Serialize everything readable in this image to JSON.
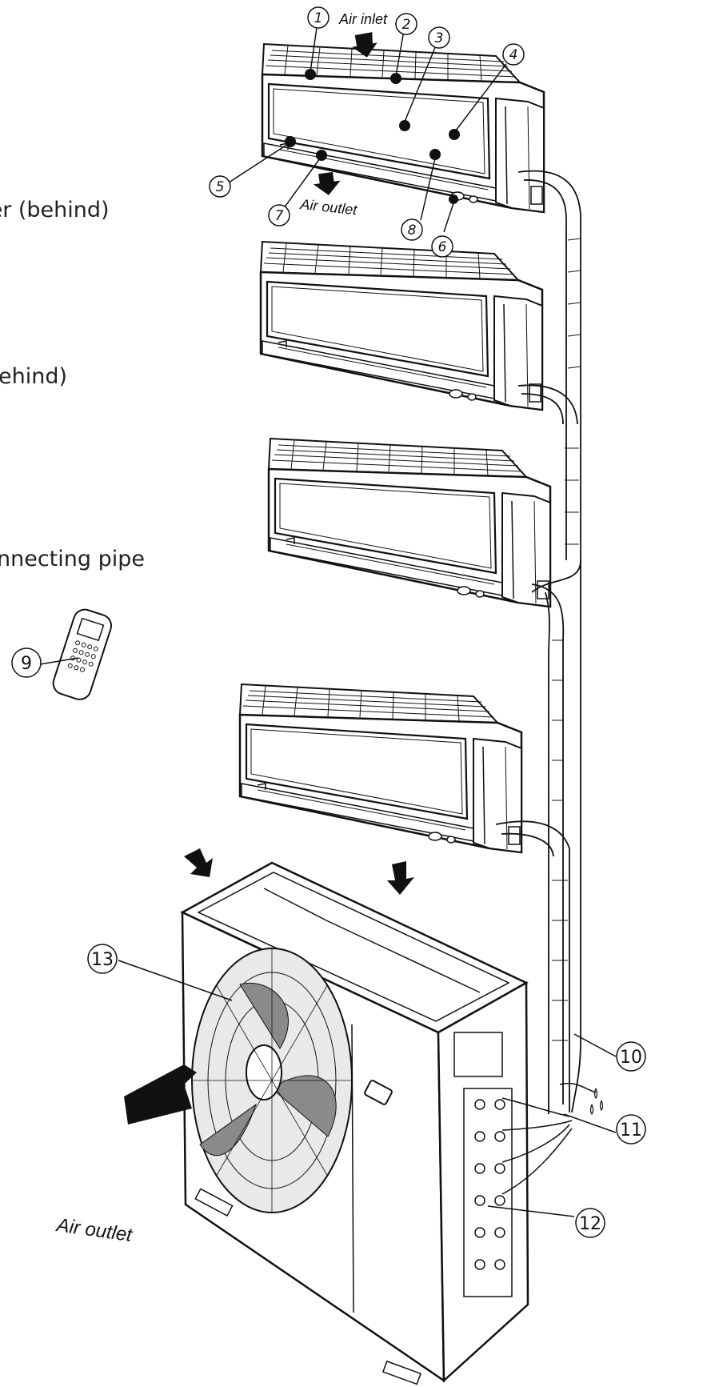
{
  "side_labels": {
    "filter": "ter (behind)",
    "behind": "ehind)",
    "pipe": "nnecting pipe"
  },
  "annotations": {
    "air_inlet": "Air inlet",
    "air_outlet_indoor": "Air outlet",
    "air_outlet_outdoor": "Air outlet"
  },
  "callouts": [
    "1",
    "2",
    "3",
    "4",
    "5",
    "6",
    "7",
    "8",
    "9",
    "10",
    "11",
    "12",
    "13"
  ],
  "colors": {
    "line": "#111111",
    "fan_gray": "#8a8a8a",
    "fan_light": "#bdbdbd"
  }
}
